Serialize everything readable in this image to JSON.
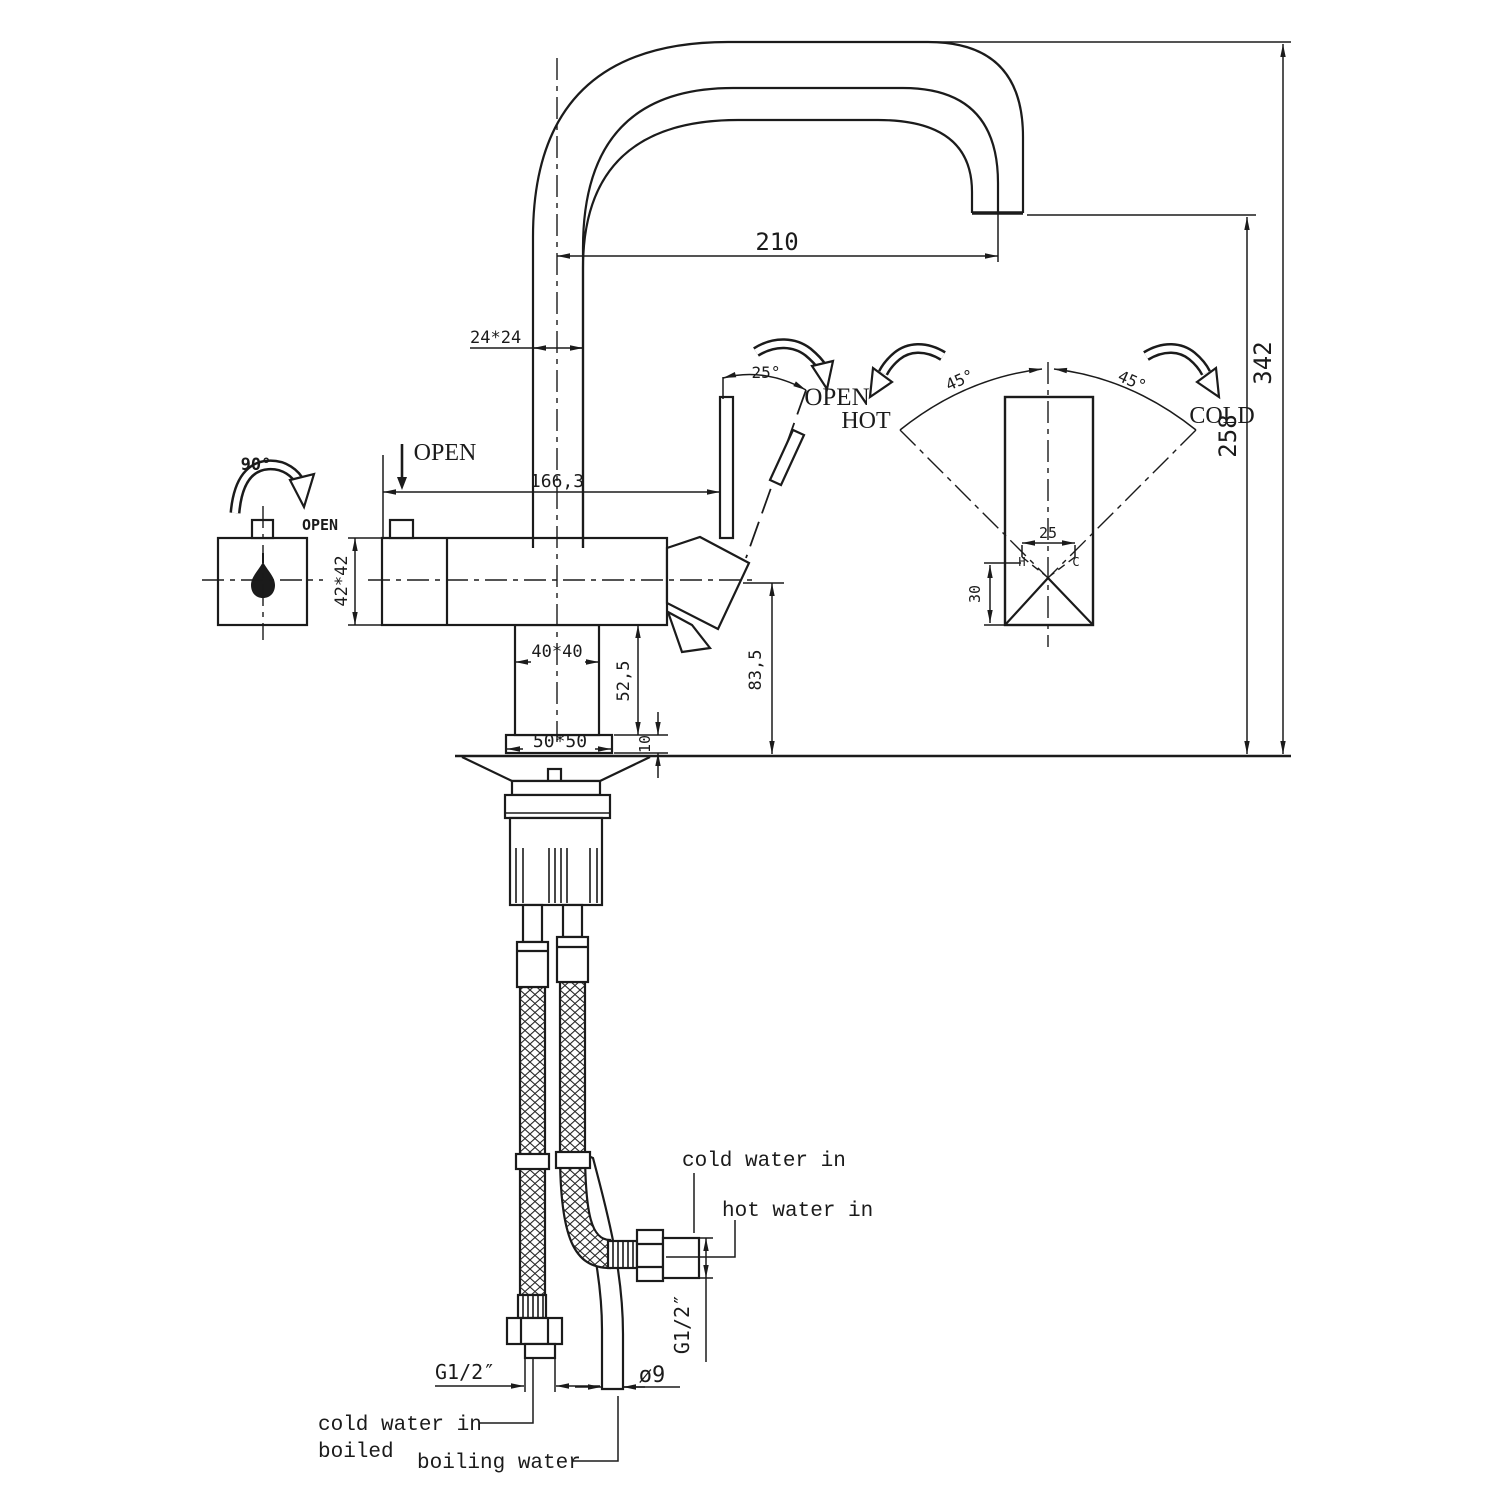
{
  "dims": {
    "spout_reach": "210",
    "spout_tube": "24*24",
    "body_length": "166,3",
    "body_section": "42*42",
    "column_section": "40*40",
    "column_height": "52,5",
    "spout_center_height": "83,5",
    "base_plate": "50*50",
    "plate_thickness": "10",
    "total_height": "342",
    "outlet_height": "258",
    "open_angle": "25°",
    "angle_hot": "45°",
    "angle_cold": "45°",
    "side_handle_angle": "90°",
    "port_spacing": "25",
    "port_depth": "30",
    "tube_diameter": "ø9",
    "thread_bottom": "G1/2″",
    "thread_side": "G1/2″"
  },
  "labels": {
    "open_main": "OPEN",
    "open_tilt": "OPEN",
    "hot": "HOT",
    "cold": "COLD",
    "open_side": "OPEN",
    "mark_hot": "H",
    "mark_cold": "C",
    "cold_water_in": "cold water in",
    "hot_water_in": "hot water in",
    "cold_boiled_line1": "cold water in",
    "cold_boiled_line2": "boiled",
    "boiling_water": "boiling water"
  },
  "colors": {
    "line": "#1b1b1b",
    "background": "#ffffff"
  }
}
